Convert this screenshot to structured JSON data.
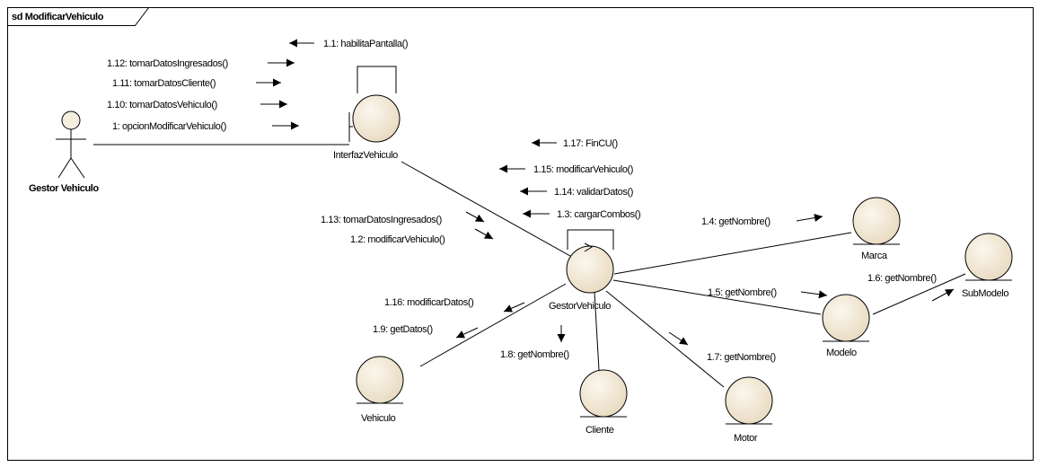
{
  "frame": {
    "title": "sd ModificarVehiculo"
  },
  "colors": {
    "object_fill_light": "#fbf7ee",
    "object_fill_dark": "#e7d8bd",
    "line": "#000000"
  },
  "actor": {
    "name": "Gestor Vehiculo",
    "shape": "actor-stick-figure-icon"
  },
  "objects": {
    "interfaz": {
      "name": "InterfazVehiculo",
      "stereotype": "boundary"
    },
    "gestor": {
      "name": "GestorVehiculo",
      "stereotype": "control"
    },
    "marca": {
      "name": "Marca",
      "stereotype": "entity"
    },
    "modelo": {
      "name": "Modelo",
      "stereotype": "entity"
    },
    "submodelo": {
      "name": "SubModelo",
      "stereotype": "entity"
    },
    "vehiculo": {
      "name": "Vehiculo",
      "stereotype": "entity"
    },
    "cliente": {
      "name": "Cliente",
      "stereotype": "entity"
    },
    "motor": {
      "name": "Motor",
      "stereotype": "entity"
    }
  },
  "messages": {
    "m1_1": "1.1: habilitaPantalla()",
    "m1_12": "1.12: tomarDatosIngresados()",
    "m1_11": "1.11: tomarDatosCliente()",
    "m1_10": "1.10: tomarDatosVehiculo()",
    "m1": "1: opcionModificarVehiculo()",
    "m1_17": "1.17: FinCU()",
    "m1_15": "1.15: modificarVehiculo()",
    "m1_14": "1.14: validarDatos()",
    "m1_3": "1.3: cargarCombos()",
    "m1_13": "1.13: tomarDatosIngresados()",
    "m1_2": "1.2: modificarVehiculo()",
    "m1_4": "1.4: getNombre()",
    "m1_6": "1.6: getNombre()",
    "m1_5": "1.5: getNombre()",
    "m1_16": "1.16: modificarDatos()",
    "m1_9": "1.9: getDatos()",
    "m1_8": "1.8: getNombre()",
    "m1_7": "1.7: getNombre()"
  }
}
